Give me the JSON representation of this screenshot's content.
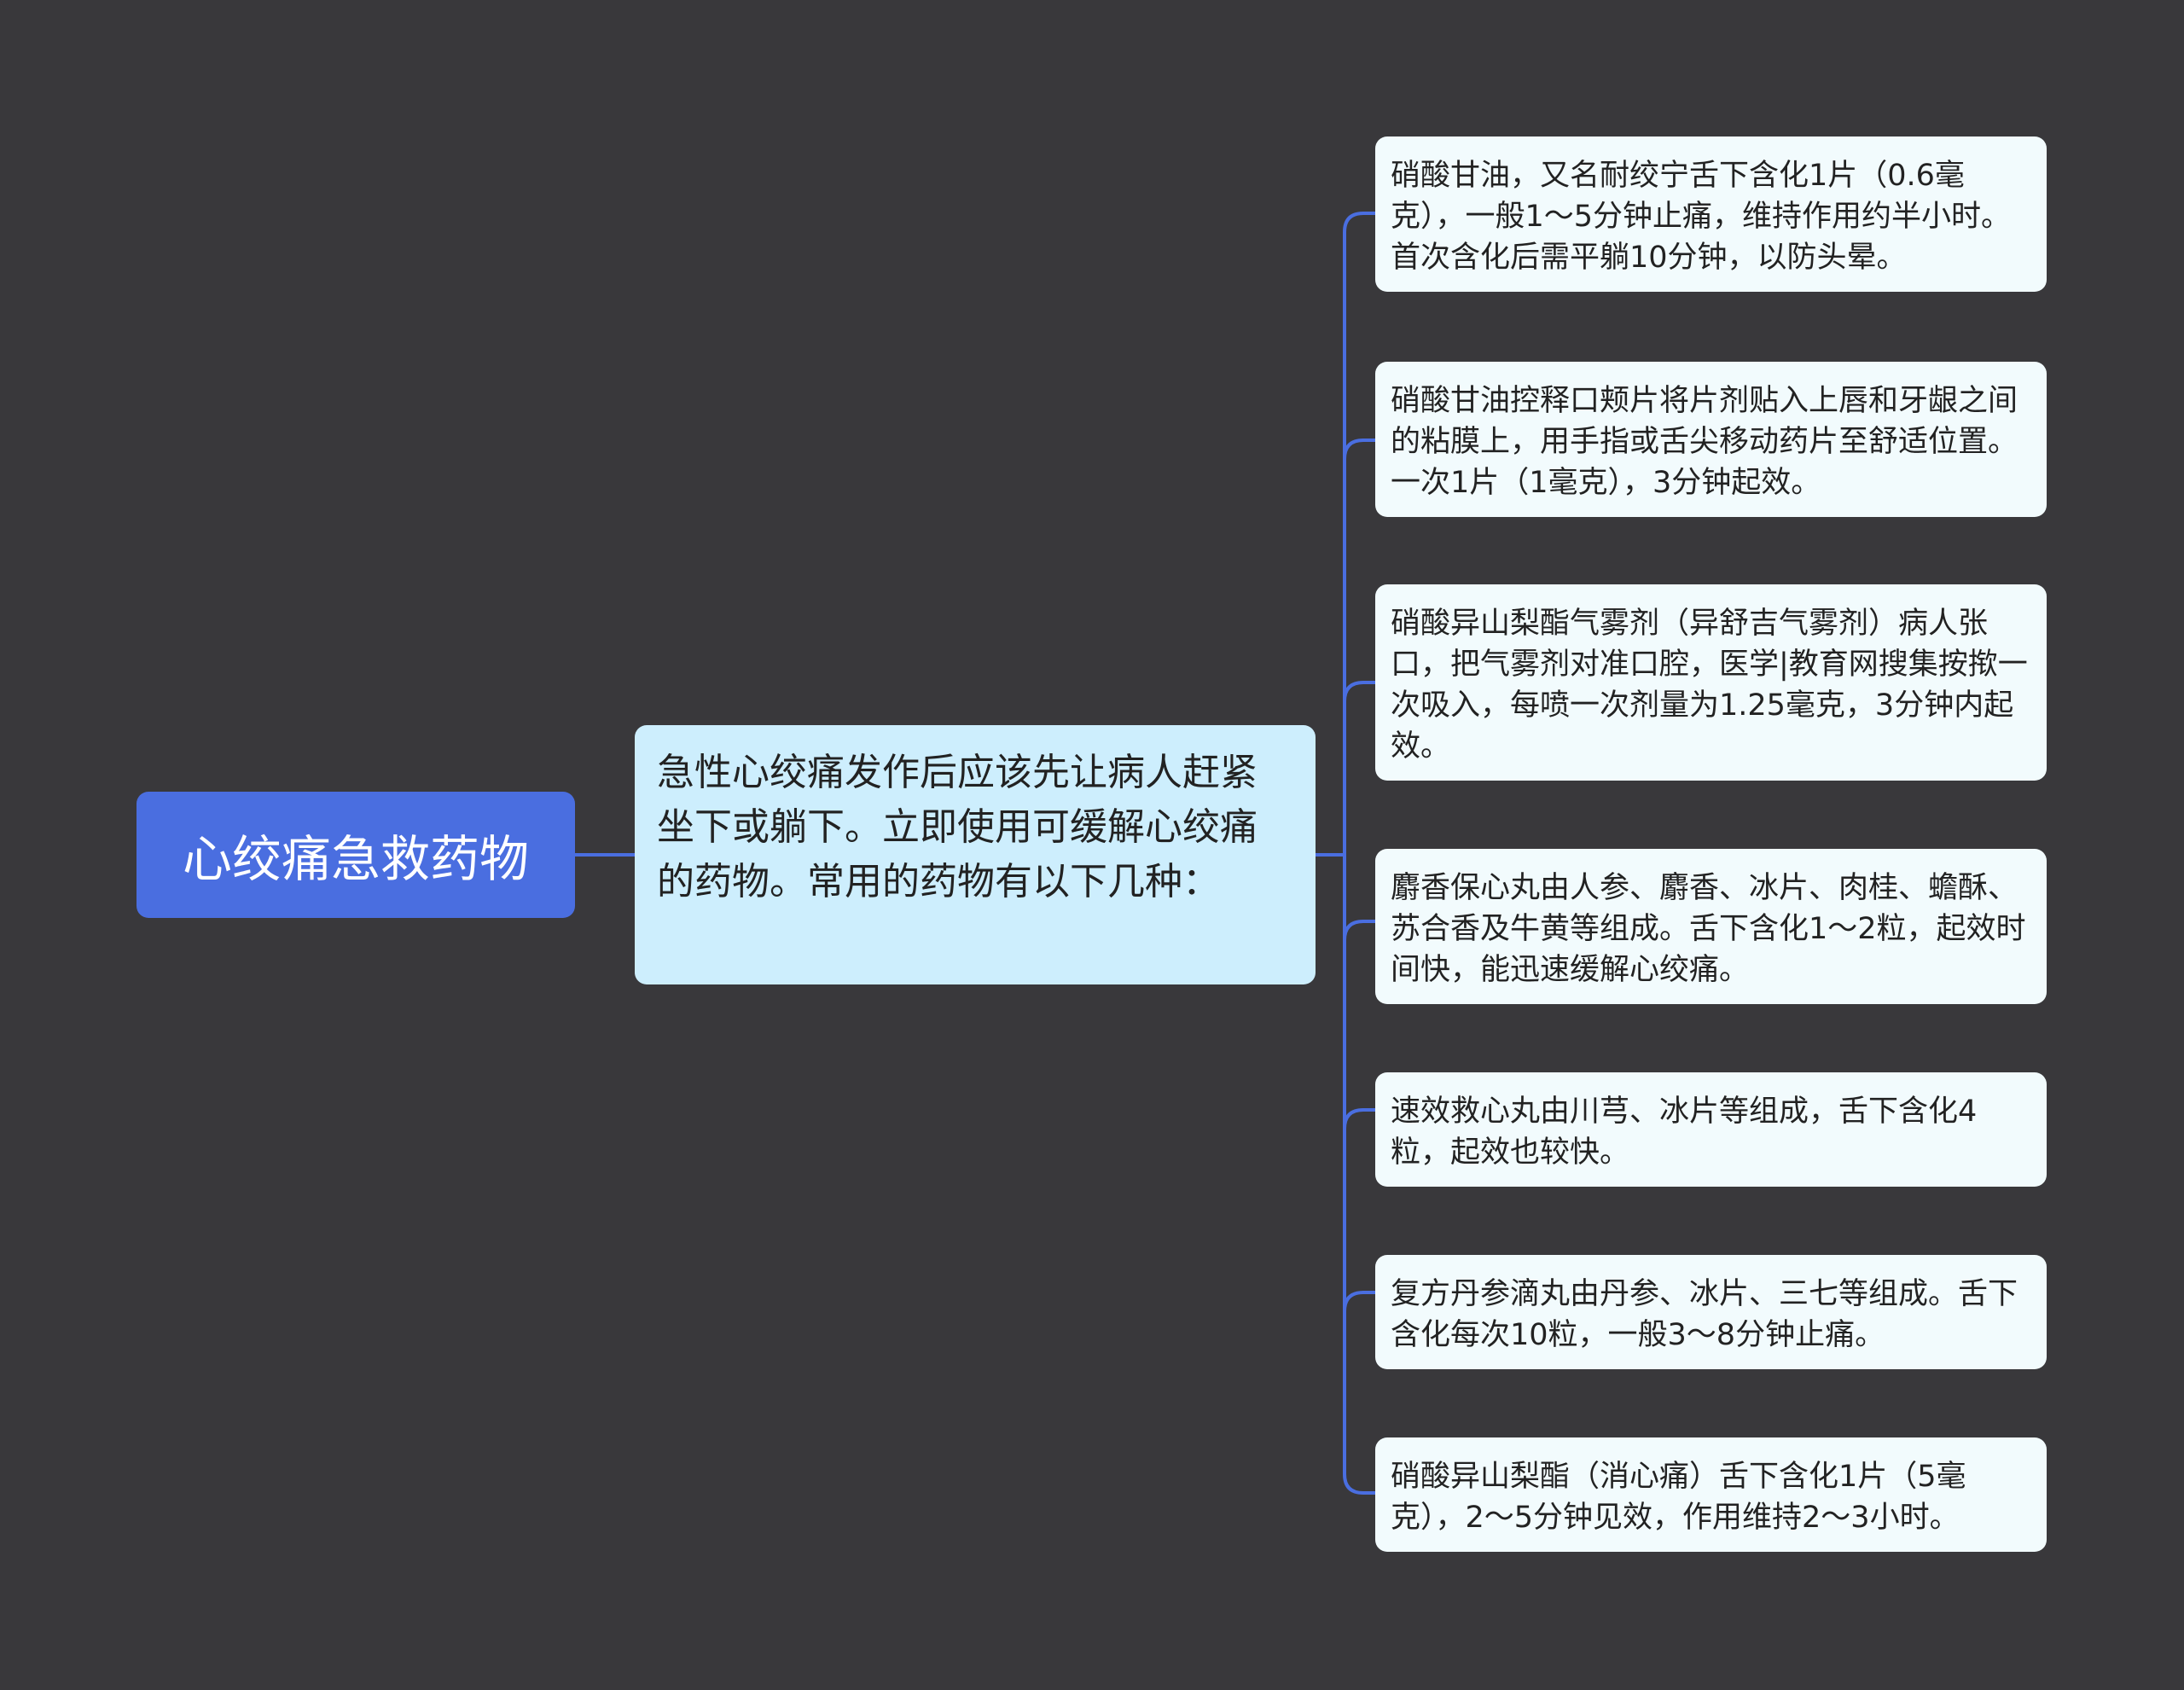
{
  "root": {
    "label": "心绞痛急救药物"
  },
  "center": {
    "text": "急性心绞痛发作后应该先让病人赶紧坐下或躺下。立即使用可缓解心绞痛的药物。常用的药物有以下几种："
  },
  "leaves": [
    {
      "text": "硝酸甘油，又名耐绞宁舌下含化1片（0.6毫克），一般1～5分钟止痛，维持作用约半小时。首次含化后需平躺10分钟，以防头晕。"
    },
    {
      "text": "硝酸甘油控释口颊片将片剂贴入上唇和牙龈之间的粘膜上，用手指或舌尖移动药片至舒适位置。一次1片（1毫克），3分钟起效。"
    },
    {
      "text": "硝酸异山梨酯气雾剂（异舒吉气雾剂）病人张口，把气雾剂对准口腔，医学|教育网搜集按揿一次吸入，每喷一次剂量为1.25毫克，3分钟内起效。"
    },
    {
      "text": "麝香保心丸由人参、麝香、冰片、肉桂、蟾酥、苏合香及牛黄等组成。舌下含化1～2粒，起效时间快，能迅速缓解心绞痛。"
    },
    {
      "text": "速效救心丸由川芎、冰片等组成，舌下含化4粒，起效也较快。"
    },
    {
      "text": "复方丹参滴丸由丹参、冰片、三七等组成。舌下含化每次10粒，一般3～8分钟止痛。"
    },
    {
      "text": "硝酸异山梨酯（消心痛）舌下含化1片（5毫克），2～5分钟见效，作用维持2～3小时。"
    }
  ],
  "colors": {
    "background": "#39383b",
    "connector": "#4a6ee0",
    "root_fill": "#4a6ee0",
    "center_fill": "#cdeefd",
    "leaf_fill": "#f2fbfd"
  }
}
